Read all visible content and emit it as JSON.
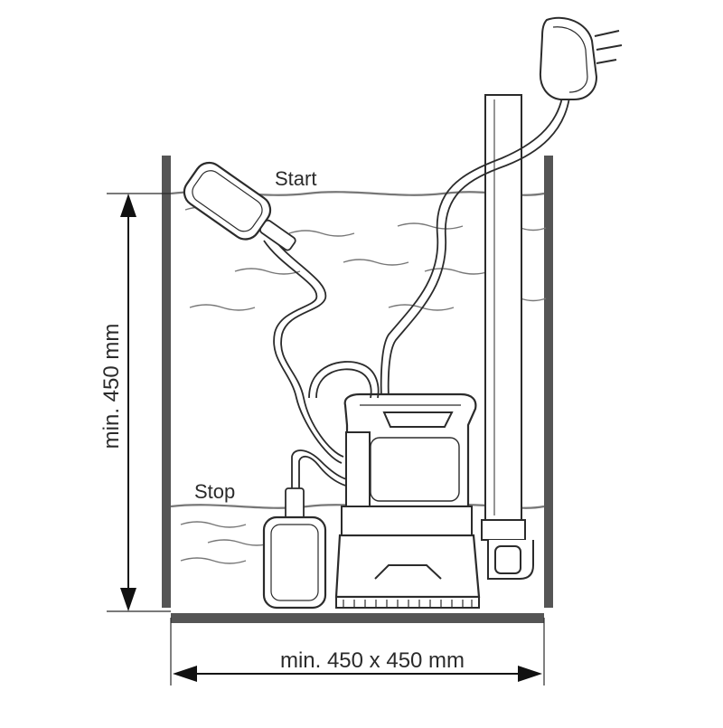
{
  "diagram": {
    "water_levels": {
      "start_label": "Start",
      "stop_label": "Stop"
    },
    "dimensions": {
      "height_label": "min. 450 mm",
      "base_label": "min. 450 x 450 mm"
    },
    "colors": {
      "wall": "#555555",
      "line": "#2b2b2b",
      "water": "#777777"
    }
  }
}
